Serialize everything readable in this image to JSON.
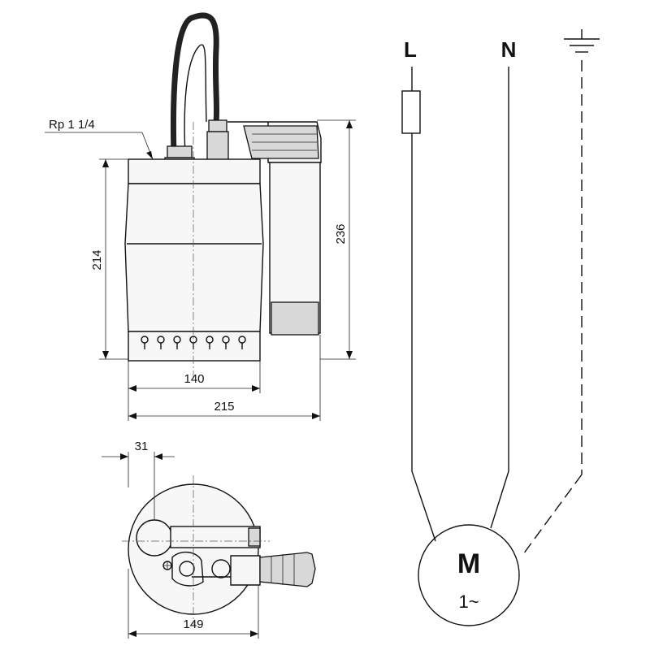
{
  "dimensions": {
    "thread": "Rp 1 1/4",
    "height_left": "214",
    "height_right": "236",
    "width_body": "140",
    "width_total": "215",
    "offset_top": "31",
    "width_bottom": "149"
  },
  "wiring": {
    "line": "L",
    "neutral": "N",
    "motor": "M",
    "phase": "1~"
  }
}
